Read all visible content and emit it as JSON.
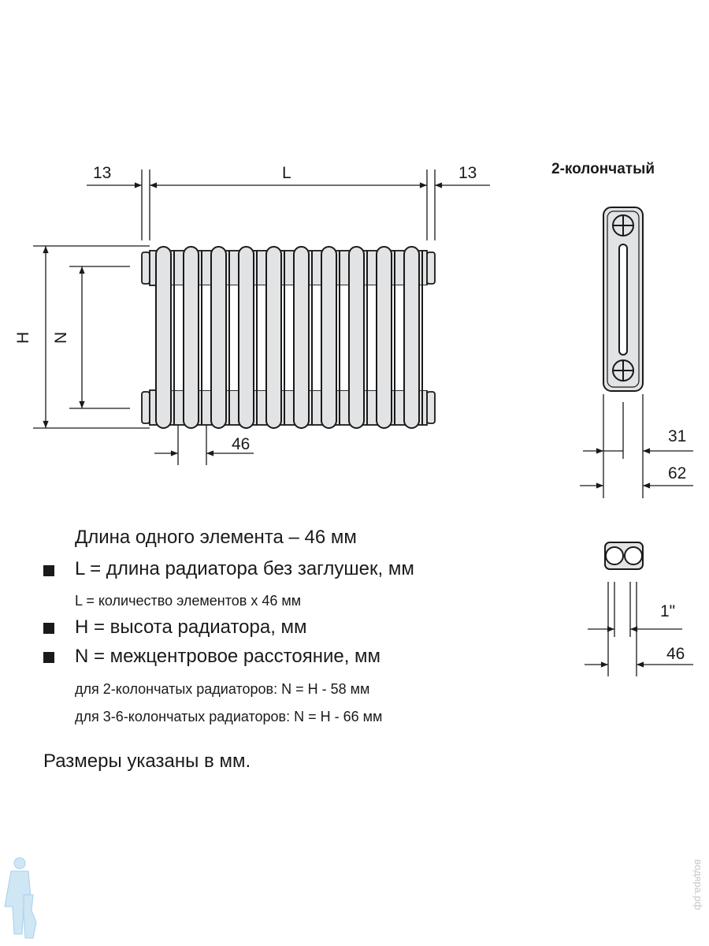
{
  "front_view": {
    "dim_left": "13",
    "dim_length": "L",
    "dim_right": "13",
    "dim_height": "H",
    "dim_center": "N",
    "dim_element": "46",
    "sections": 10
  },
  "side_view": {
    "title": "2-колончатый",
    "dim_inner": "31",
    "dim_depth": "62"
  },
  "top_view": {
    "dim_thread": "1\"",
    "dim_width": "46"
  },
  "notes": {
    "element_length": "Длина одного элемента – 46 мм",
    "l_def": "L = длина радиатора без заглушек, мм",
    "l_formula": "L = количество элементов x 46 мм",
    "h_def": "H = высота радиатора, мм",
    "n_def": "N = межцентровое расстояние, мм",
    "n_2col": "для 2-колончатых радиаторов: N = H - 58 мм",
    "n_3_6col": "для 3-6-колончатых радиаторов: N = H - 66 мм",
    "units": "Размеры указаны в мм."
  },
  "watermark": "водяра.рф"
}
